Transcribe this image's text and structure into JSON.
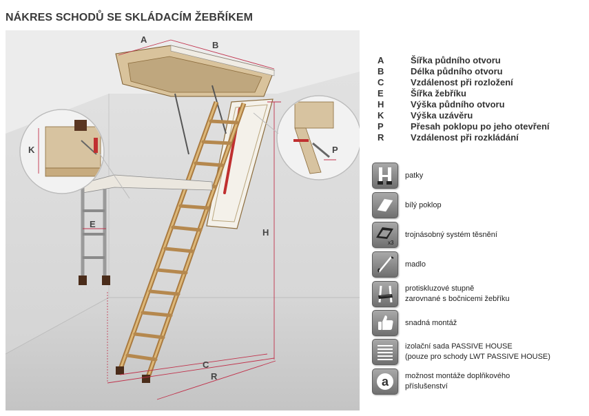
{
  "title": "NÁKRES SCHODŮ SE SKLÁDACÍM ŽEBŘÍKEM",
  "diagram": {
    "dimension_labels": {
      "A": "A",
      "B": "B",
      "C": "C",
      "E": "E",
      "H": "H",
      "K": "K",
      "P": "P",
      "R": "R"
    }
  },
  "legend": [
    {
      "key": "A",
      "desc": "Šířka půdního otvoru"
    },
    {
      "key": "B",
      "desc": "Délka půdního otvoru"
    },
    {
      "key": "C",
      "desc": "Vzdálenost při rozložení"
    },
    {
      "key": "E",
      "desc": "Šířka žebříku"
    },
    {
      "key": "H",
      "desc": "Výška půdního otvoru"
    },
    {
      "key": "K",
      "desc": "Výška uzávěru"
    },
    {
      "key": "P",
      "desc": "Přesah poklopu po jeho otevření"
    },
    {
      "key": "R",
      "desc": "Vzdálenost při rozkládání"
    }
  ],
  "features": [
    {
      "icon": "feet-icon",
      "lines": [
        "patky"
      ]
    },
    {
      "icon": "white-hatch-icon",
      "lines": [
        "bílý poklop"
      ]
    },
    {
      "icon": "triple-seal-icon",
      "badge": "x3",
      "lines": [
        "trojnásobný systém těsnění"
      ]
    },
    {
      "icon": "handrail-icon",
      "lines": [
        "madlo"
      ]
    },
    {
      "icon": "anti-slip-step-icon",
      "lines": [
        "protiskluzové stupně",
        "zarovnané s bočnicemi žebříku"
      ]
    },
    {
      "icon": "thumbs-up-icon",
      "lines": [
        "snadná montáž"
      ]
    },
    {
      "icon": "insulation-set-icon",
      "lines": [
        "izolační sada PASSIVE HOUSE",
        "(pouze pro schody LWT PASSIVE HOUSE)"
      ]
    },
    {
      "icon": "accessories-icon",
      "badge": "a",
      "lines": [
        "možnost montáže doplňkového",
        "příslušenství"
      ]
    }
  ]
}
